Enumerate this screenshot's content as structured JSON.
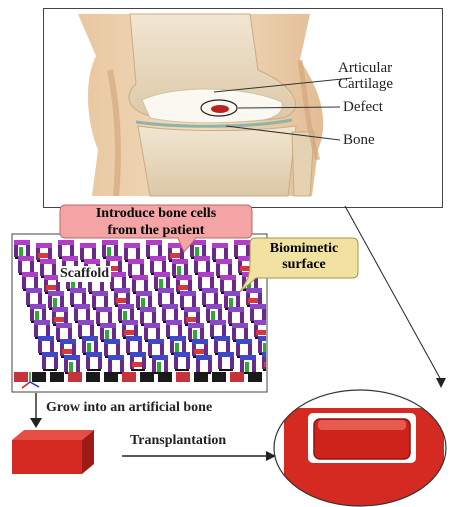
{
  "knee_labels": {
    "articular_cartilage_line1": "Articular",
    "articular_cartilage_line2": "Cartilage",
    "defect": "Defect",
    "bone": "Bone"
  },
  "callout_cells": {
    "line1": "Introduce bone cells",
    "line2": "from the patient"
  },
  "callout_surface": {
    "line1": "Biomimetic",
    "line2": "surface"
  },
  "scaffold_label": "Scaffold",
  "grow_label": "Grow into an artificial bone",
  "transplant_label": "Transplantation",
  "colors": {
    "implant_red": "#d42a22",
    "scaffold_purple": "#b03ec8",
    "scaffold_blue": "#3f48c8",
    "scaffold_green": "#2ea838",
    "callout_pink": "#f4a4a4",
    "callout_yellow": "#f2e2a2"
  }
}
